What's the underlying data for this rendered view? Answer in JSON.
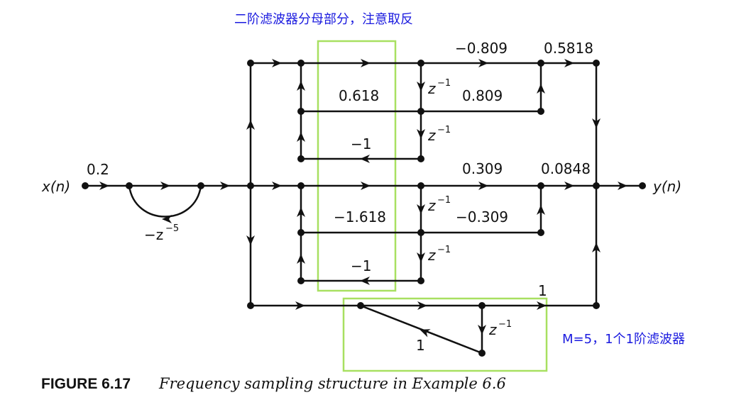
{
  "annotations": {
    "top_note": "二阶滤波器分母部分，注意取反",
    "bottom_note": "M=5，1个1阶滤波器",
    "highlight_color": "#a8e061",
    "note_color": "#1a1adf"
  },
  "signals": {
    "input": "x(n)",
    "output": "y(n)",
    "input_gain": "0.2",
    "comb_gain": "−z",
    "comb_exp": "−5"
  },
  "delays": {
    "z": "z",
    "exp": "−1"
  },
  "section1": {
    "feedback_a1": "0.618",
    "feedback_a2": "−1",
    "coef_top": "−0.809",
    "coef_mid": "0.809",
    "gain": "0.5818"
  },
  "section2": {
    "feedback_a1": "−1.618",
    "feedback_a2": "−1",
    "coef_top": "0.309",
    "coef_mid": "−0.309",
    "gain": "0.0848"
  },
  "section3": {
    "feedback": "1",
    "gain": "1"
  },
  "caption": {
    "label": "FIGURE 6.17",
    "text": "Frequency sampling structure in Example 6.6"
  }
}
